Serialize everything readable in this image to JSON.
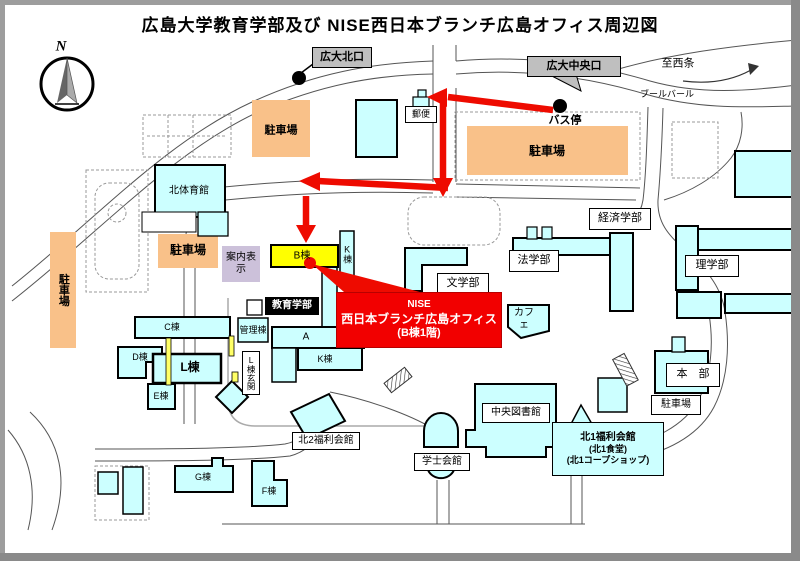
{
  "title": "広島大学教育学部及び NISE西日本ブランチ広島オフィス周辺図",
  "compass": {
    "north": "N"
  },
  "landmarks": {
    "north_gate": "広大北口",
    "central_gate": "広大中央口",
    "to_saijo": "至西条",
    "boulevard": "ブールバール",
    "bus_stop": "バス停",
    "post": "郵便"
  },
  "parking": {
    "label": "駐車場"
  },
  "buildings": {
    "north_gym": "北体育館",
    "info_sign": "案内表示",
    "building_b": "B棟",
    "building_k": "K棟",
    "education": "教育学部",
    "building_c": "C棟",
    "admin": "管理棟",
    "building_a": "A",
    "building_d": "D棟",
    "building_l": "L棟",
    "building_e": "E棟",
    "l_entrance": "L棟玄関",
    "building_g": "G棟",
    "building_f": "F棟",
    "north2_welfare": "北2福利会館",
    "gakushi_hall": "学士会館",
    "central_library": "中央図書館",
    "headquarters": "本　部",
    "letters": "文学部",
    "law": "法学部",
    "economics": "経済学部",
    "science": "理学部",
    "cafe": "カフェ"
  },
  "north1_welfare": {
    "line1": "北1福利会館",
    "line2": "(北1食堂)",
    "line3": "(北1コープショップ)"
  },
  "office_callout": {
    "line1": "NISE",
    "line2": "西日本ブランチ広島オフィス",
    "line3": "(B棟1階)"
  },
  "colors": {
    "building_fill": "#CCFFFF",
    "parking_fill": "#F9C189",
    "highlight_building": "#FFFF00",
    "route_red": "#EE0B00",
    "gate_gray": "#BFBFBF",
    "sign_purple": "#CCC1DA"
  }
}
